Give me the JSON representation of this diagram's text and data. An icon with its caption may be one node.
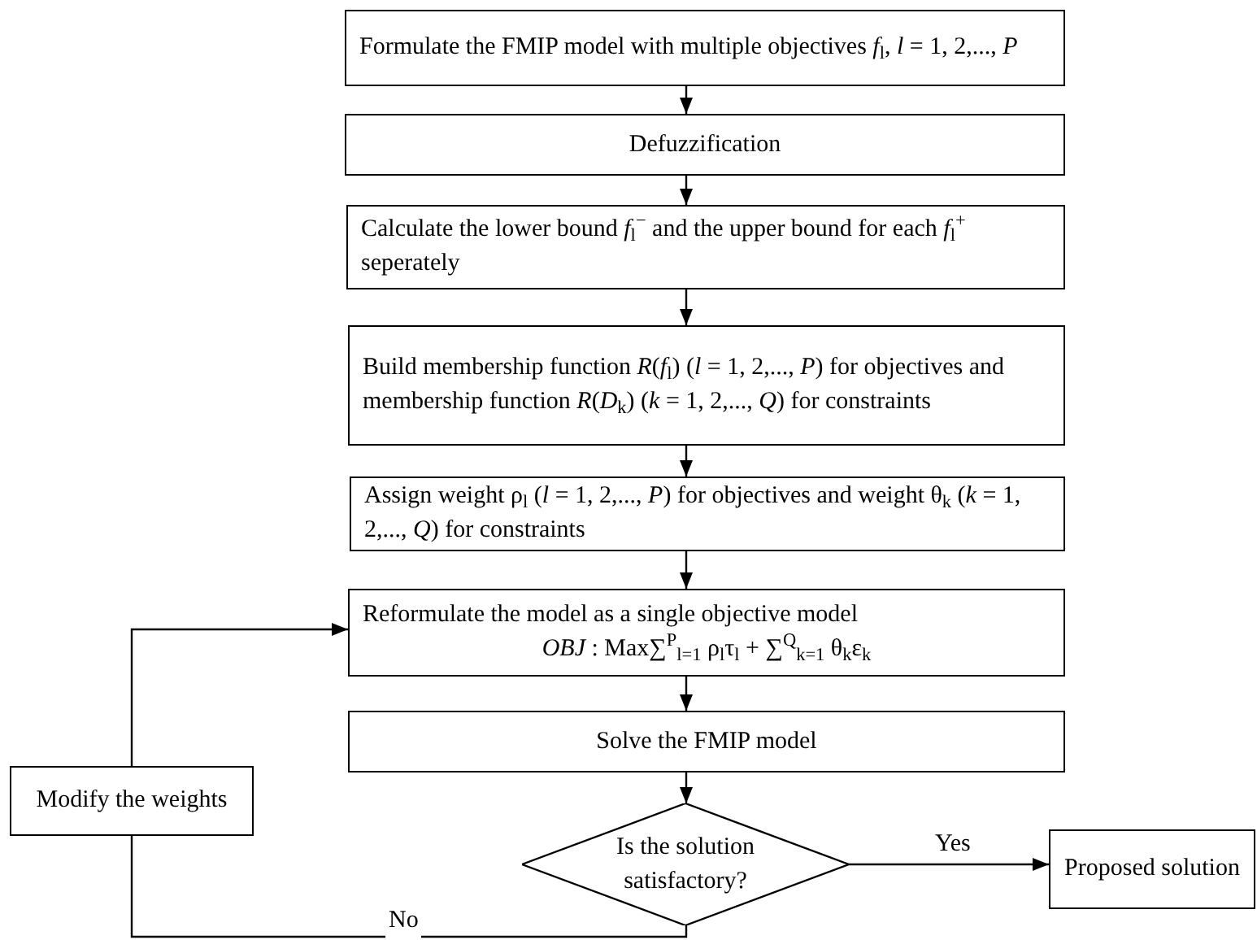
{
  "diagram": {
    "nodes": [
      {
        "text": [
          "Formulate the FMIP model with multiple objectives *f*$_{l}$, *l* = 1, 2,..., *P*"
        ]
      },
      {
        "text": [
          "Defuzzification"
        ]
      },
      {
        "text": [
          "Calculate the lower bound *f*$_{l}$$^{−}$ and the upper bound for each *f*$_{l}$$^{+}$ seperately"
        ]
      },
      {
        "text": [
          "Build membership function *R*(*f*$_{l}$) (*l* = 1, 2,..., *P*) for objectives and membership function *R*(*D*$_{k}$) (*k* = 1, 2,..., *Q*) for constraints"
        ]
      },
      {
        "text": [
          "Assign weight ρ$_{l}$ (*l* = 1, 2,..., *P*) for objectives and weight θ$_{k}$ (*k* = 1, 2,..., *Q*) for constraints"
        ]
      },
      {
        "text": [
          "Reformulate the model as a single objective model",
          "*OBJ* : Max∑$^{P}$$_{l=1}$ ρ$_{l}$τ$_{l}$ + ∑$^{Q}$$_{k=1}$ θ$_{k}$ε$_{k}$"
        ]
      },
      {
        "text": [
          "Solve the FMIP model"
        ]
      },
      {
        "text": [
          "Modify the weights"
        ]
      },
      {
        "text": [
          "Is the solution satisfactory?"
        ]
      },
      {
        "text": [
          "Proposed solution"
        ]
      }
    ],
    "edges": [
      {
        "from": 0,
        "to": 1,
        "arrow": "to"
      },
      {
        "from": 1,
        "to": 2,
        "arrow": "to"
      },
      {
        "from": 2,
        "to": 3,
        "arrow": "to"
      },
      {
        "from": 3,
        "to": 4,
        "arrow": "to"
      },
      {
        "from": 4,
        "to": 5,
        "arrow": "to"
      },
      {
        "from": 5,
        "to": 6,
        "arrow": "to"
      },
      {
        "from": 6,
        "to": 8,
        "arrow": "to"
      },
      {
        "from": 8,
        "to": 9,
        "arrow": "to",
        "label": "Yes"
      },
      {
        "from": 8,
        "to": 7,
        "arrow": "none",
        "label": "No"
      },
      {
        "from": 7,
        "to": 5,
        "arrow": "to"
      }
    ]
  }
}
